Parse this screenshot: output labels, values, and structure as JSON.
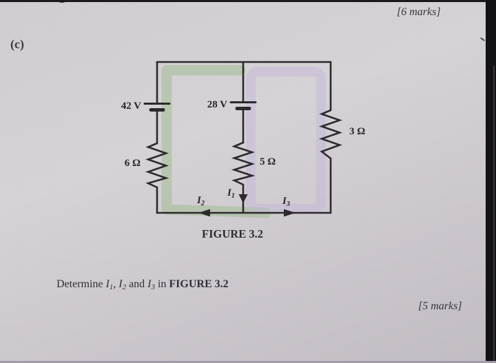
{
  "page": {
    "section_label": "(c)",
    "marks_top": "[6 marks]",
    "marks_bottom": "[5 marks]"
  },
  "figure": {
    "caption": "FIGURE 3.2",
    "labels": {
      "source_left": "42 V",
      "source_mid": "28 V",
      "res_left": "6 Ω",
      "res_mid": "5 Ω",
      "res_right": "3 Ω"
    },
    "currents": {
      "i1": {
        "base": "I",
        "sub": "1",
        "direction": "down"
      },
      "i2": {
        "base": "I",
        "sub": "2",
        "direction": "left"
      },
      "i3": {
        "base": "I",
        "sub": "3",
        "direction": "right"
      }
    },
    "colors": {
      "highlight_green": "#9cbb8d",
      "highlight_purple": "#c6b7d9",
      "wire": "#29272a"
    }
  },
  "question": {
    "prefix": "Determine ",
    "comma": ", ",
    "and": " and ",
    "in": " in ",
    "figure_ref": "FIGURE 3.2",
    "i1": {
      "base": "I",
      "sub": "1"
    },
    "i2": {
      "base": "I",
      "sub": "2"
    },
    "i3": {
      "base": "I",
      "sub": "3"
    }
  }
}
